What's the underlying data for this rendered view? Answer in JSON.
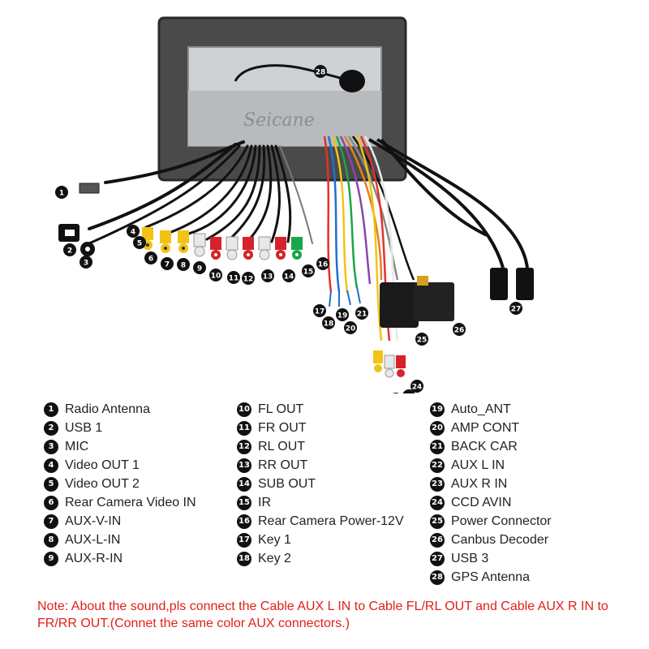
{
  "watermark": "Seicane",
  "legend": [
    {
      "num": "1",
      "label": "Radio Antenna"
    },
    {
      "num": "2",
      "label": "USB 1"
    },
    {
      "num": "3",
      "label": "MIC"
    },
    {
      "num": "4",
      "label": "Video OUT 1"
    },
    {
      "num": "5",
      "label": "Video OUT 2"
    },
    {
      "num": "6",
      "label": "Rear Camera Video IN"
    },
    {
      "num": "7",
      "label": "AUX-V-IN"
    },
    {
      "num": "8",
      "label": "AUX-L-IN"
    },
    {
      "num": "9",
      "label": "AUX-R-IN"
    },
    {
      "num": "10",
      "label": "FL OUT"
    },
    {
      "num": "11",
      "label": "FR OUT"
    },
    {
      "num": "12",
      "label": "RL OUT"
    },
    {
      "num": "13",
      "label": "RR OUT"
    },
    {
      "num": "14",
      "label": "SUB OUT"
    },
    {
      "num": "15",
      "label": "IR"
    },
    {
      "num": "16",
      "label": "Rear Camera Power-12V"
    },
    {
      "num": "17",
      "label": "Key 1"
    },
    {
      "num": "18",
      "label": "Key 2"
    },
    {
      "num": "19",
      "label": "Auto_ANT"
    },
    {
      "num": "20",
      "label": "AMP CONT"
    },
    {
      "num": "21",
      "label": "BACK CAR"
    },
    {
      "num": "22",
      "label": "AUX L IN"
    },
    {
      "num": "23",
      "label": "AUX R IN"
    },
    {
      "num": "24",
      "label": "CCD AVIN"
    },
    {
      "num": "25",
      "label": "Power Connector"
    },
    {
      "num": "26",
      "label": "Canbus Decoder"
    },
    {
      "num": "27",
      "label": "USB 3"
    },
    {
      "num": "28",
      "label": "GPS Antenna"
    }
  ],
  "note": "Note: About the sound,pls connect the Cable AUX L IN to Cable FL/RL OUT and Cable AUX R IN to  FR/RR OUT.(Connet the same color AUX connectors.)"
}
